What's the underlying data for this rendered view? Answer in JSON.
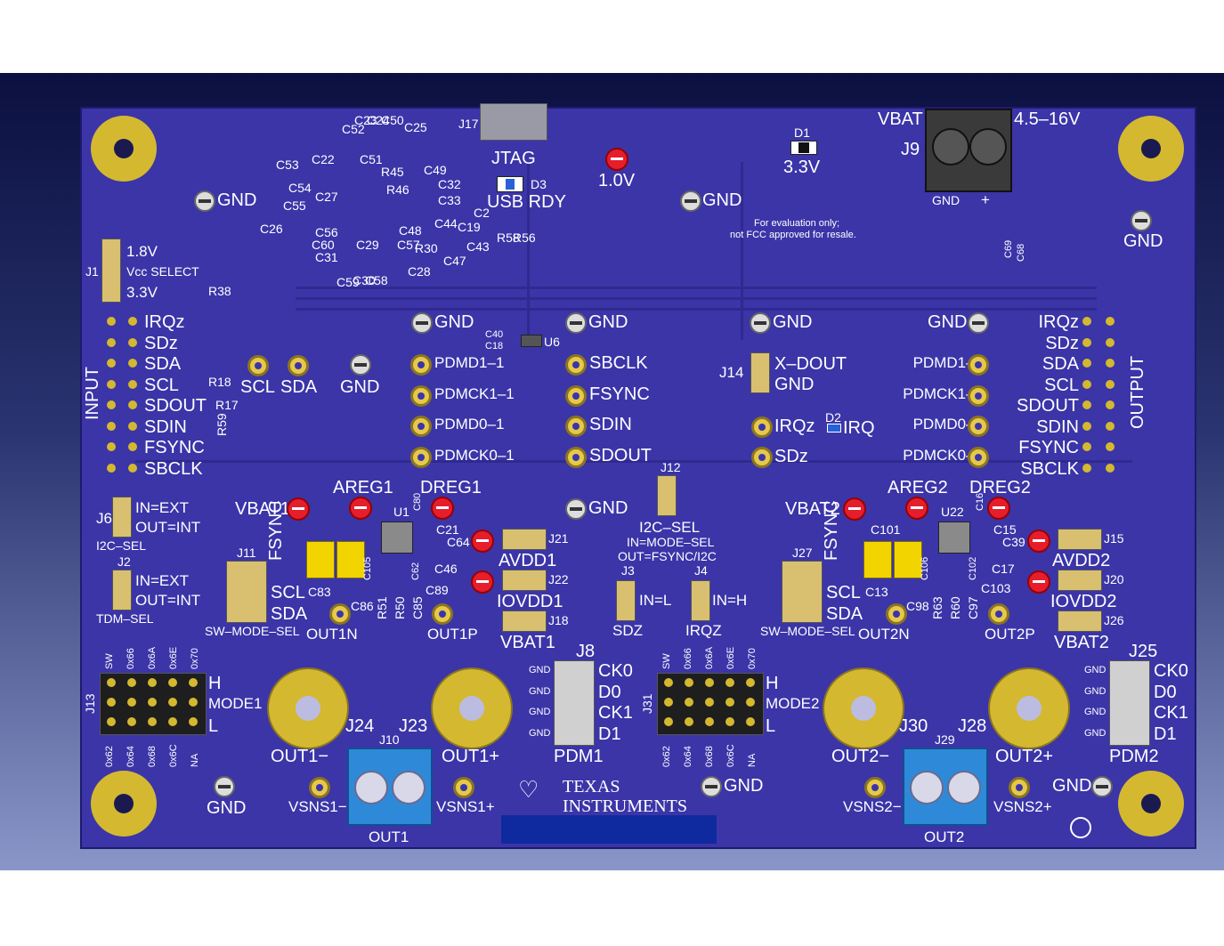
{
  "board": {
    "notice_line1": "For evaluation only;",
    "notice_line2": "not FCC approved for resale.",
    "ti_logo_line1": "TEXAS",
    "ti_logo_line2": "INSTRUMENTS",
    "input_side": "INPUT",
    "output_side": "OUTPUT"
  },
  "top": {
    "gnd": "GND",
    "jtag_ref": "J17",
    "jtag_label": "JTAG",
    "d3": "D3",
    "usb_rdy": "USB RDY",
    "v10": "1.0V",
    "d1": "D1",
    "v33": "3.3V",
    "vbat": "VBAT",
    "vrange": "4.5–16V",
    "j9": "J9",
    "j9_gnd": "GND",
    "j9_plus": "+",
    "c69": "C69",
    "c68": "C68"
  },
  "vcc_select": {
    "ref": "J1",
    "v18": "1.8V",
    "label": "Vcc SELECT",
    "v33": "3.3V",
    "r38": "R38"
  },
  "parts_top": [
    "C52",
    "C23",
    "C24",
    "C50",
    "C25",
    "C53",
    "C22",
    "C51",
    "R45",
    "C49",
    "C32",
    "C54",
    "C27",
    "R46",
    "C33",
    "C55",
    "C2",
    "C26",
    "C56",
    "C48",
    "C44",
    "C19",
    "C60",
    "C29",
    "C57",
    "R30",
    "R58",
    "R56",
    "C31",
    "C47",
    "C43",
    "C28",
    "C59",
    "C30",
    "C58"
  ],
  "input_pins": [
    "IRQz",
    "SDz",
    "SDA",
    "SCL",
    "SDOUT",
    "SDIN",
    "FSYNC",
    "SBCLK"
  ],
  "output_pins": [
    "IRQz",
    "SDz",
    "SDA",
    "SCL",
    "SDOUT",
    "SDIN",
    "FSYNC",
    "SBCLK"
  ],
  "mid": {
    "scl": "SCL",
    "sda": "SDA",
    "gnd": "GND",
    "r18": "R18",
    "r17": "R17",
    "r59": "R59",
    "pdm_left": [
      "PDMD1–1",
      "PDMCK1–1",
      "PDMD0–1",
      "PDMCK0–1"
    ],
    "pdm_right": [
      "PDMD1–2",
      "PDMCK1–2",
      "PDMD0–2",
      "PDMCK0–2"
    ],
    "center_sigs": [
      "SBCLK",
      "FSYNC",
      "SDIN",
      "SDOUT"
    ],
    "c40": "C40",
    "c18": "C18",
    "u6": "U6",
    "j14": "J14",
    "x_dout": "X–DOUT",
    "j14_gnd": "GND",
    "irqz": "IRQz",
    "sdz": "SDz",
    "d2": "D2",
    "irq": "IRQ"
  },
  "jumpers_left": {
    "j6": "J6",
    "j6_in": "IN=EXT",
    "j6_out": "OUT=INT",
    "i2c_sel": "I2C–SEL",
    "j2": "J2",
    "j2_in": "IN=EXT",
    "j2_out": "OUT=INT",
    "tdm_sel": "TDM–SEL"
  },
  "ch1": {
    "vbat": "VBAT1",
    "areg": "AREG1",
    "dreg": "DREG1",
    "u": "U1",
    "c80": "C80",
    "c21": "C21",
    "c64": "C64",
    "c46": "C46",
    "c83": "C83",
    "c86": "C86",
    "c89": "C89",
    "c105": "C105",
    "c62": "C62",
    "r51": "R51",
    "r50": "R50",
    "c85": "C85",
    "j11": "J11",
    "fsync": "FSYNC",
    "scl": "SCL",
    "sda": "SDA",
    "sw_mode": "SW–MODE–SEL",
    "outn": "OUT1N",
    "outp": "OUT1P",
    "avdd": "AVDD1",
    "j21": "J21",
    "iovdd": "IOVDD1",
    "j22": "J22",
    "vbat_j": "VBAT1",
    "j18": "J18",
    "j13": "J13",
    "addr_top": [
      "SW",
      "0x66",
      "0x6A",
      "0x6E",
      "0x70"
    ],
    "addr_bot": [
      "0x62",
      "0x64",
      "0x68",
      "0x6C",
      "NA"
    ],
    "h": "H",
    "mode": "MODE1",
    "l": "L",
    "j24": "J24",
    "j23": "J23",
    "j10": "J10",
    "out_minus": "OUT1−",
    "out_plus": "OUT1+",
    "vsns_minus": "VSNS1−",
    "vsns_plus": "VSNS1+",
    "out": "OUT1",
    "gnd": "GND",
    "j8": "J8",
    "pdm": "PDM1",
    "pdm_gnd": [
      "GND",
      "GND",
      "GND",
      "GND"
    ],
    "pdm_sigs": [
      "CK0",
      "D0",
      "CK1",
      "D1"
    ]
  },
  "center": {
    "gnd": "GND",
    "j12": "J12",
    "i2c_sel": "I2C–SEL",
    "in_mode": "IN=MODE–SEL",
    "out_fsync": "OUT=FSYNC/I2C",
    "j3": "J3",
    "in_l": "IN=L",
    "sdz": "SDZ",
    "j4": "J4",
    "in_h": "IN=H",
    "irqz": "IRQZ",
    "j31": "J31",
    "gnd2": "GND"
  },
  "ch2": {
    "vbat": "VBAT2",
    "areg": "AREG2",
    "dreg": "DREG2",
    "u": "U22",
    "c16": "C16",
    "c15": "C15",
    "c39": "C39",
    "c17": "C17",
    "c101": "C101",
    "c13": "C13",
    "c98": "C98",
    "c103": "C103",
    "c106": "C106",
    "c102": "C102",
    "r63": "R63",
    "r60": "R60",
    "c97": "C97",
    "j27": "J27",
    "fsync": "FSYNC",
    "scl": "SCL",
    "sda": "SDA",
    "sw_mode": "SW–MODE–SEL",
    "outn": "OUT2N",
    "outp": "OUT2P",
    "avdd": "AVDD2",
    "j15": "J15",
    "iovdd": "IOVDD2",
    "j20": "J20",
    "vbat_j": "VBAT2",
    "j26": "J26",
    "addr_top": [
      "SW",
      "0x66",
      "0x6A",
      "0x6E",
      "0x70"
    ],
    "addr_bot": [
      "0x62",
      "0x64",
      "0x68",
      "0x6C",
      "NA"
    ],
    "h": "H",
    "mode": "MODE2",
    "l": "L",
    "j30": "J30",
    "j28": "J28",
    "j29": "J29",
    "out_minus": "OUT2−",
    "out_plus": "OUT2+",
    "vsns_minus": "VSNS2−",
    "vsns_plus": "VSNS2+",
    "out": "OUT2",
    "gnd": "GND",
    "j25": "J25",
    "pdm": "PDM2",
    "pdm_gnd": [
      "GND",
      "GND",
      "GND",
      "GND"
    ],
    "pdm_sigs": [
      "CK0",
      "D0",
      "CK1",
      "D1"
    ]
  },
  "colors": {
    "board": "#3b35a8",
    "pad": "#e6c84a",
    "led": "#e61e2b",
    "terminal": "#2e8ad8"
  }
}
